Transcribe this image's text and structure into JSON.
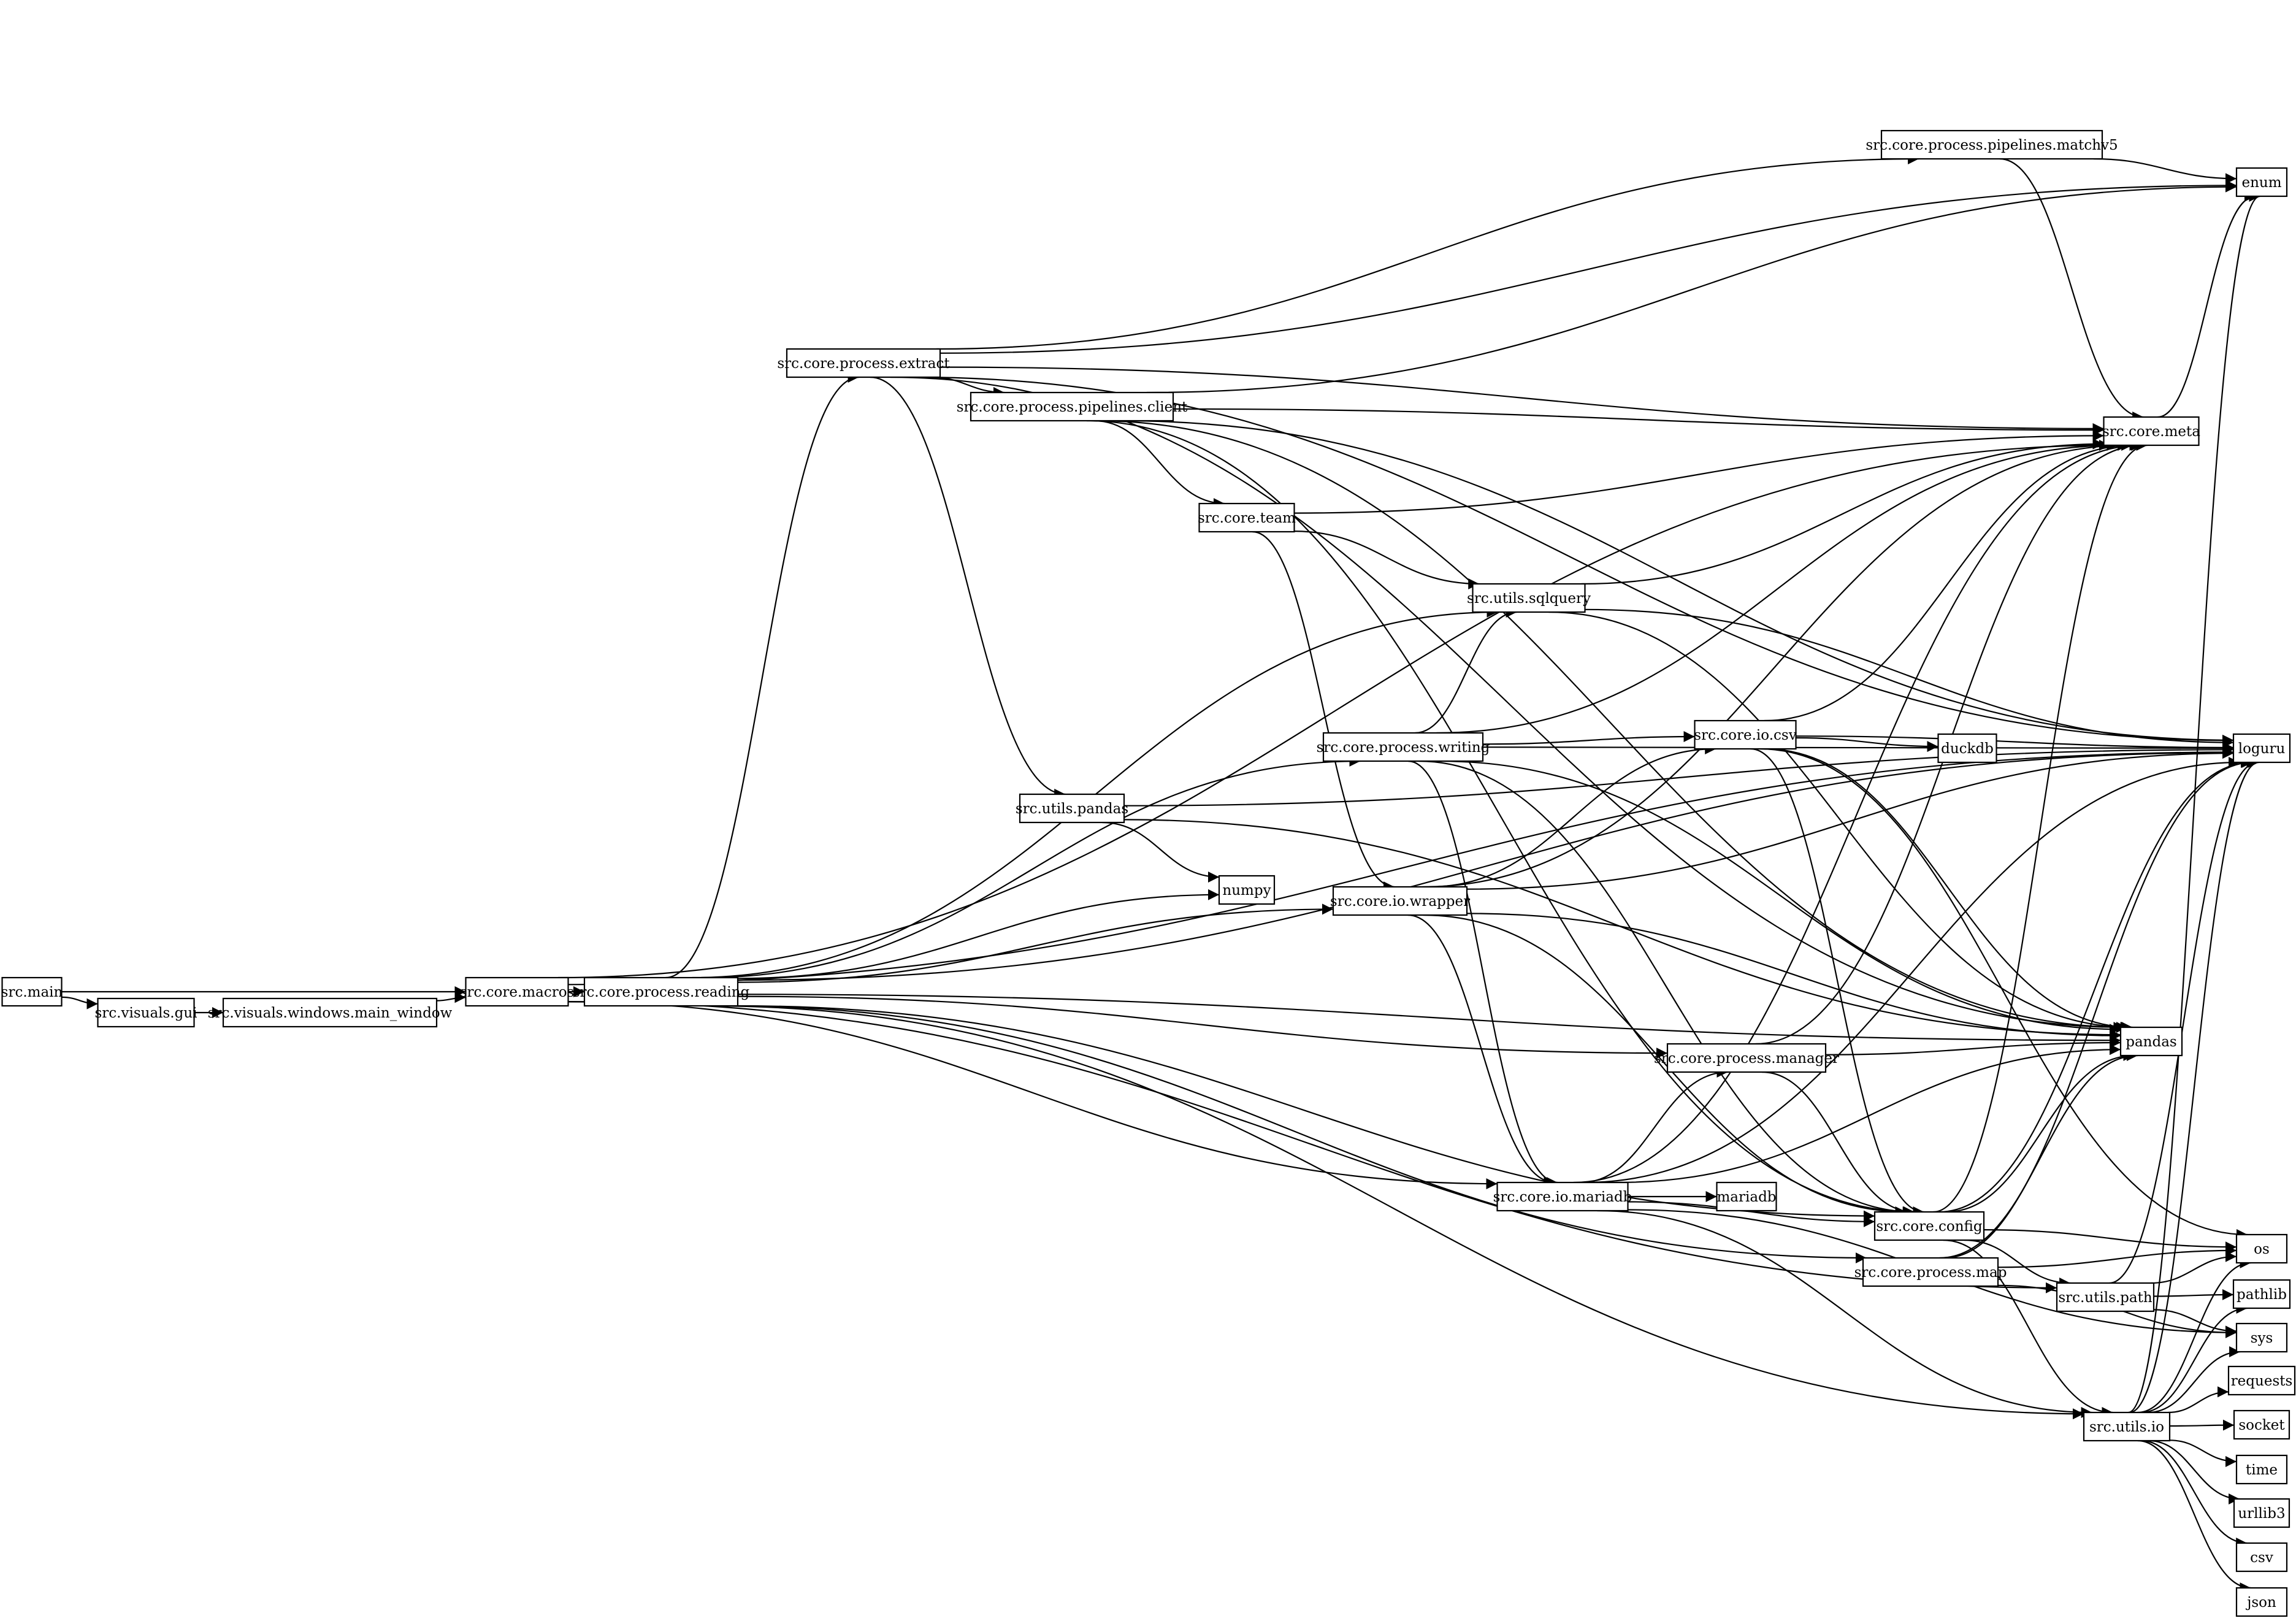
{
  "graph": {
    "nodes": [
      {
        "id": "src.main",
        "label": "src.main"
      },
      {
        "id": "src.visuals.gui",
        "label": "src.visuals.gui"
      },
      {
        "id": "src.visuals.windows.main_window",
        "label": "src.visuals.windows.main_window"
      },
      {
        "id": "src.core.macros",
        "label": "src.core.macros"
      },
      {
        "id": "src.core.process.reading",
        "label": "src.core.process.reading"
      },
      {
        "id": "src.core.process.extract",
        "label": "src.core.process.extract"
      },
      {
        "id": "src.core.process.pipelines.client",
        "label": "src.core.process.pipelines.client"
      },
      {
        "id": "src.core.process.pipelines.matchv5",
        "label": "src.core.process.pipelines.matchv5"
      },
      {
        "id": "src.core.team",
        "label": "src.core.team"
      },
      {
        "id": "src.utils.sqlquery",
        "label": "src.utils.sqlquery"
      },
      {
        "id": "src.core.process.writing",
        "label": "src.core.process.writing"
      },
      {
        "id": "src.utils.pandas",
        "label": "src.utils.pandas"
      },
      {
        "id": "numpy",
        "label": "numpy"
      },
      {
        "id": "src.core.io.wrapper",
        "label": "src.core.io.wrapper"
      },
      {
        "id": "src.core.io.csv",
        "label": "src.core.io.csv"
      },
      {
        "id": "duckdb",
        "label": "duckdb"
      },
      {
        "id": "src.core.process.manager",
        "label": "src.core.process.manager"
      },
      {
        "id": "src.core.io.mariadb",
        "label": "src.core.io.mariadb"
      },
      {
        "id": "mariadb",
        "label": "mariadb"
      },
      {
        "id": "src.core.config",
        "label": "src.core.config"
      },
      {
        "id": "src.core.process.map",
        "label": "src.core.process.map"
      },
      {
        "id": "src.utils.path",
        "label": "src.utils.path"
      },
      {
        "id": "src.utils.io",
        "label": "src.utils.io"
      },
      {
        "id": "src.core.meta",
        "label": "src.core.meta"
      },
      {
        "id": "enum",
        "label": "enum"
      },
      {
        "id": "loguru",
        "label": "loguru"
      },
      {
        "id": "pandas",
        "label": "pandas"
      },
      {
        "id": "os",
        "label": "os"
      },
      {
        "id": "pathlib",
        "label": "pathlib"
      },
      {
        "id": "sys",
        "label": "sys"
      },
      {
        "id": "requests",
        "label": "requests"
      },
      {
        "id": "socket",
        "label": "socket"
      },
      {
        "id": "time",
        "label": "time"
      },
      {
        "id": "urllib3",
        "label": "urllib3"
      },
      {
        "id": "csv",
        "label": "csv"
      },
      {
        "id": "json",
        "label": "json"
      }
    ],
    "edges": [
      [
        "src.main",
        "src.visuals.gui"
      ],
      [
        "src.main",
        "src.core.macros"
      ],
      [
        "src.visuals.gui",
        "src.visuals.windows.main_window"
      ],
      [
        "src.visuals.windows.main_window",
        "src.core.macros"
      ],
      [
        "src.core.macros",
        "src.core.process.reading"
      ],
      [
        "src.core.macros",
        "src.core.meta"
      ],
      [
        "src.core.macros",
        "loguru"
      ],
      [
        "src.core.macros",
        "src.core.io.mariadb"
      ],
      [
        "src.core.macros",
        "src.utils.path"
      ],
      [
        "src.core.process.reading",
        "src.core.process.extract"
      ],
      [
        "src.core.process.reading",
        "loguru"
      ],
      [
        "src.core.process.reading",
        "src.utils.sqlquery"
      ],
      [
        "src.core.process.reading",
        "numpy"
      ],
      [
        "src.core.process.reading",
        "src.core.process.writing"
      ],
      [
        "src.core.process.reading",
        "src.core.io.wrapper"
      ],
      [
        "src.core.process.reading",
        "src.core.process.manager"
      ],
      [
        "src.core.process.reading",
        "pandas"
      ],
      [
        "src.core.process.reading",
        "src.core.config"
      ],
      [
        "src.core.process.reading",
        "src.core.process.map"
      ],
      [
        "src.core.process.reading",
        "src.utils.io"
      ],
      [
        "src.core.process.extract",
        "enum"
      ],
      [
        "src.core.process.extract",
        "src.core.process.pipelines.matchv5"
      ],
      [
        "src.core.process.extract",
        "loguru"
      ],
      [
        "src.core.process.extract",
        "src.core.meta"
      ],
      [
        "src.core.process.extract",
        "src.core.process.pipelines.client"
      ],
      [
        "src.core.process.extract",
        "src.utils.pandas"
      ],
      [
        "src.core.process.extract",
        "pandas"
      ],
      [
        "src.core.process.pipelines.client",
        "enum"
      ],
      [
        "src.core.process.pipelines.client",
        "loguru"
      ],
      [
        "src.core.process.pipelines.client",
        "src.core.meta"
      ],
      [
        "src.core.process.pipelines.client",
        "src.core.team"
      ],
      [
        "src.core.process.pipelines.client",
        "pandas"
      ],
      [
        "src.core.process.pipelines.client",
        "src.core.config"
      ],
      [
        "src.core.process.pipelines.matchv5",
        "enum"
      ],
      [
        "src.core.process.pipelines.matchv5",
        "src.core.meta"
      ],
      [
        "src.core.team",
        "src.core.meta"
      ],
      [
        "src.core.team",
        "src.utils.sqlquery"
      ],
      [
        "src.core.team",
        "src.core.io.wrapper"
      ],
      [
        "src.utils.sqlquery",
        "src.core.meta"
      ],
      [
        "src.utils.sqlquery",
        "loguru"
      ],
      [
        "src.utils.sqlquery",
        "pandas"
      ],
      [
        "src.utils.pandas",
        "loguru"
      ],
      [
        "src.utils.pandas",
        "numpy"
      ],
      [
        "src.utils.pandas",
        "pandas"
      ],
      [
        "src.core.process.writing",
        "src.core.meta"
      ],
      [
        "src.core.process.writing",
        "src.utils.sqlquery"
      ],
      [
        "src.core.process.writing",
        "loguru"
      ],
      [
        "src.core.process.writing",
        "src.core.io.csv"
      ],
      [
        "src.core.process.writing",
        "pandas"
      ],
      [
        "src.core.process.writing",
        "src.core.io.mariadb"
      ],
      [
        "src.core.process.writing",
        "src.core.config"
      ],
      [
        "src.core.io.wrapper",
        "src.core.meta"
      ],
      [
        "src.core.io.wrapper",
        "src.core.io.csv"
      ],
      [
        "src.core.io.wrapper",
        "loguru"
      ],
      [
        "src.core.io.wrapper",
        "pandas"
      ],
      [
        "src.core.io.wrapper",
        "src.core.io.mariadb"
      ],
      [
        "src.core.io.wrapper",
        "src.core.config"
      ],
      [
        "src.core.io.csv",
        "src.core.meta"
      ],
      [
        "src.core.io.csv",
        "loguru"
      ],
      [
        "src.core.io.csv",
        "duckdb"
      ],
      [
        "src.core.io.csv",
        "pandas"
      ],
      [
        "src.core.io.csv",
        "src.core.config"
      ],
      [
        "src.core.io.csv",
        "os"
      ],
      [
        "src.core.process.manager",
        "src.core.meta"
      ],
      [
        "src.core.process.manager",
        "pandas"
      ],
      [
        "src.core.process.manager",
        "src.core.config"
      ],
      [
        "src.core.io.mariadb",
        "src.core.meta"
      ],
      [
        "src.core.io.mariadb",
        "src.core.process.manager"
      ],
      [
        "src.core.io.mariadb",
        "mariadb"
      ],
      [
        "src.core.io.mariadb",
        "pandas"
      ],
      [
        "src.core.io.mariadb",
        "loguru"
      ],
      [
        "src.core.io.mariadb",
        "src.core.config"
      ],
      [
        "src.core.io.mariadb",
        "sys"
      ],
      [
        "src.core.io.mariadb",
        "src.utils.io"
      ],
      [
        "src.core.config",
        "src.core.meta"
      ],
      [
        "src.core.config",
        "loguru"
      ],
      [
        "src.core.config",
        "pandas"
      ],
      [
        "src.core.config",
        "src.utils.path"
      ],
      [
        "src.core.config",
        "os"
      ],
      [
        "src.core.config",
        "src.utils.io"
      ],
      [
        "src.core.process.map",
        "pandas"
      ],
      [
        "src.core.process.map",
        "loguru"
      ],
      [
        "src.core.process.map",
        "os"
      ],
      [
        "src.core.process.map",
        "sys"
      ],
      [
        "src.utils.path",
        "loguru"
      ],
      [
        "src.utils.path",
        "os"
      ],
      [
        "src.utils.path",
        "pathlib"
      ],
      [
        "src.utils.path",
        "sys"
      ],
      [
        "src.utils.io",
        "enum"
      ],
      [
        "src.utils.io",
        "loguru"
      ],
      [
        "src.utils.io",
        "os"
      ],
      [
        "src.utils.io",
        "pathlib"
      ],
      [
        "src.utils.io",
        "sys"
      ],
      [
        "src.utils.io",
        "requests"
      ],
      [
        "src.utils.io",
        "socket"
      ],
      [
        "src.utils.io",
        "time"
      ],
      [
        "src.utils.io",
        "urllib3"
      ],
      [
        "src.utils.io",
        "csv"
      ],
      [
        "src.utils.io",
        "json"
      ],
      [
        "src.core.meta",
        "enum"
      ]
    ]
  }
}
